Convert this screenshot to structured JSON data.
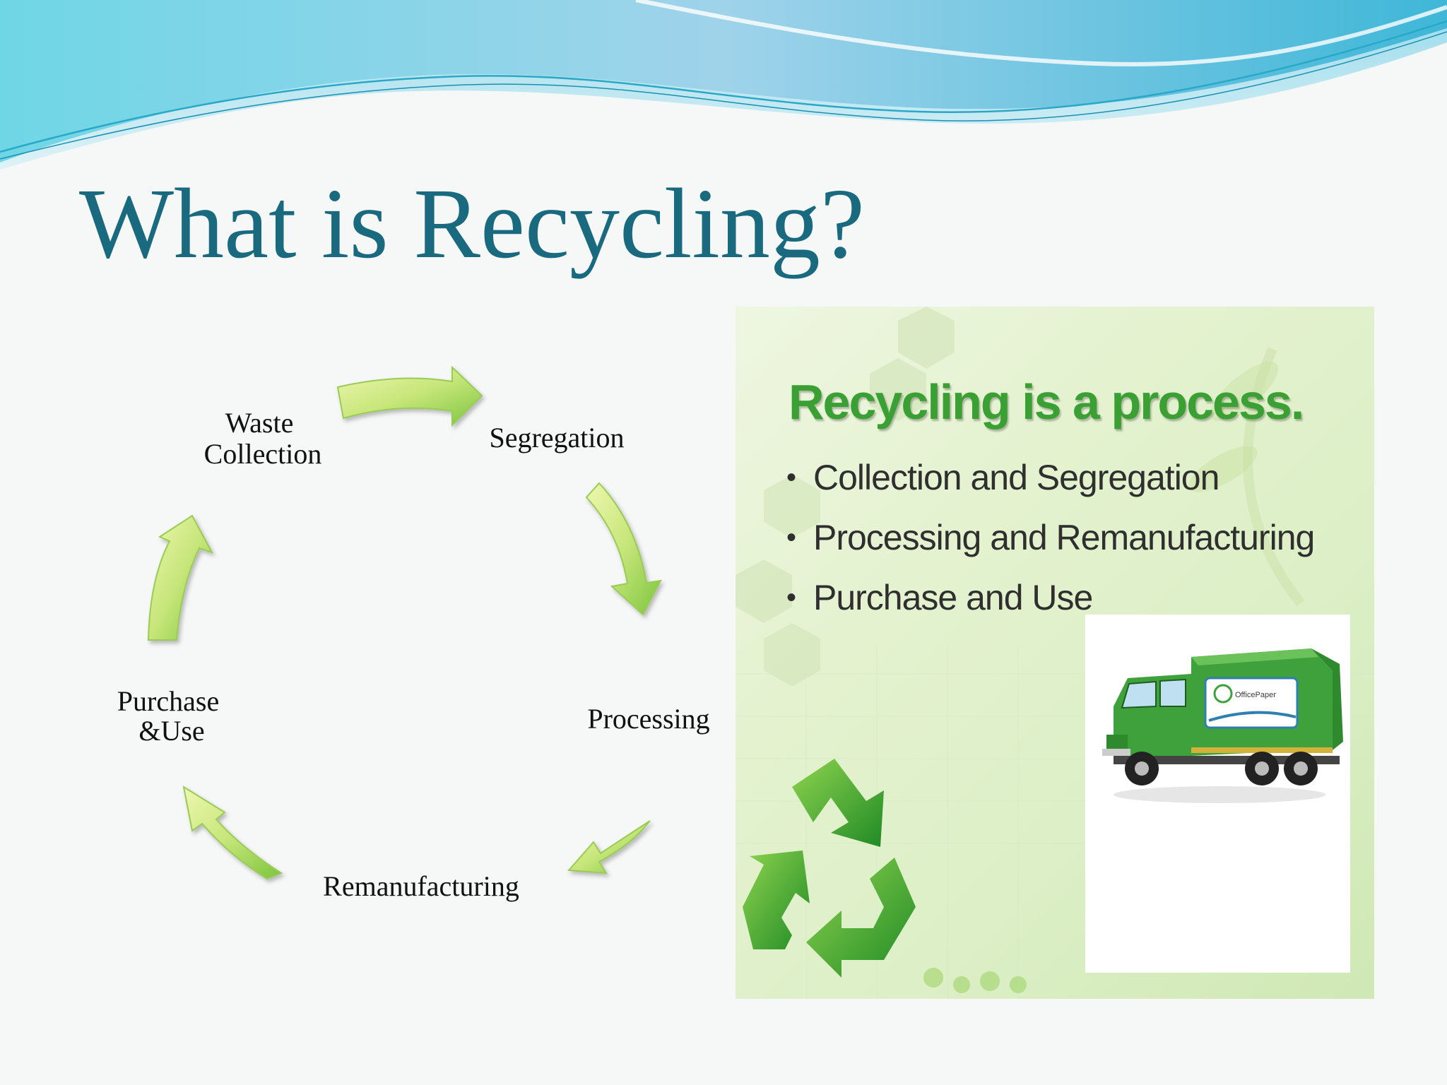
{
  "slide": {
    "title": "What is Recycling?"
  },
  "cycle": {
    "nodes": [
      {
        "label_lines": [
          "Waste",
          "Collection"
        ]
      },
      {
        "label_lines": [
          "Segregation"
        ]
      },
      {
        "label_lines": [
          "Processing"
        ]
      },
      {
        "label_lines": [
          "Remanufacturing"
        ]
      },
      {
        "label_lines": [
          "Purchase",
          "&Use"
        ]
      }
    ]
  },
  "panel": {
    "title": "Recycling is a process.",
    "items": [
      "Collection and Segregation",
      "Processing and Remanufacturing",
      "Purchase and Use"
    ],
    "truck_logo_text": "OfficePaper"
  },
  "colors": {
    "title": "#1a6a7f",
    "panel_title": "#3aa034",
    "arrow_light": "#e3f29a",
    "arrow_dark": "#7cc53e",
    "wave_blue": "#5ec8e0"
  }
}
